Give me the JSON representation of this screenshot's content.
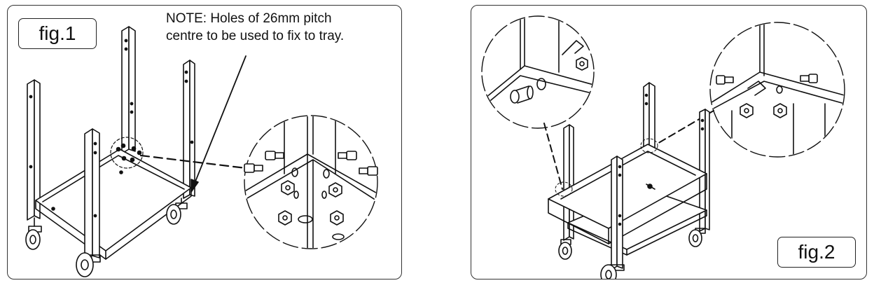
{
  "figure1": {
    "label": "fig.1",
    "note_line1": "NOTE: Holes of 26mm pitch",
    "note_line2": "centre to be used to fix to tray."
  },
  "figure2": {
    "label": "fig.2"
  },
  "colors": {
    "line": "#111111",
    "background": "#ffffff",
    "frame": "#333333"
  }
}
